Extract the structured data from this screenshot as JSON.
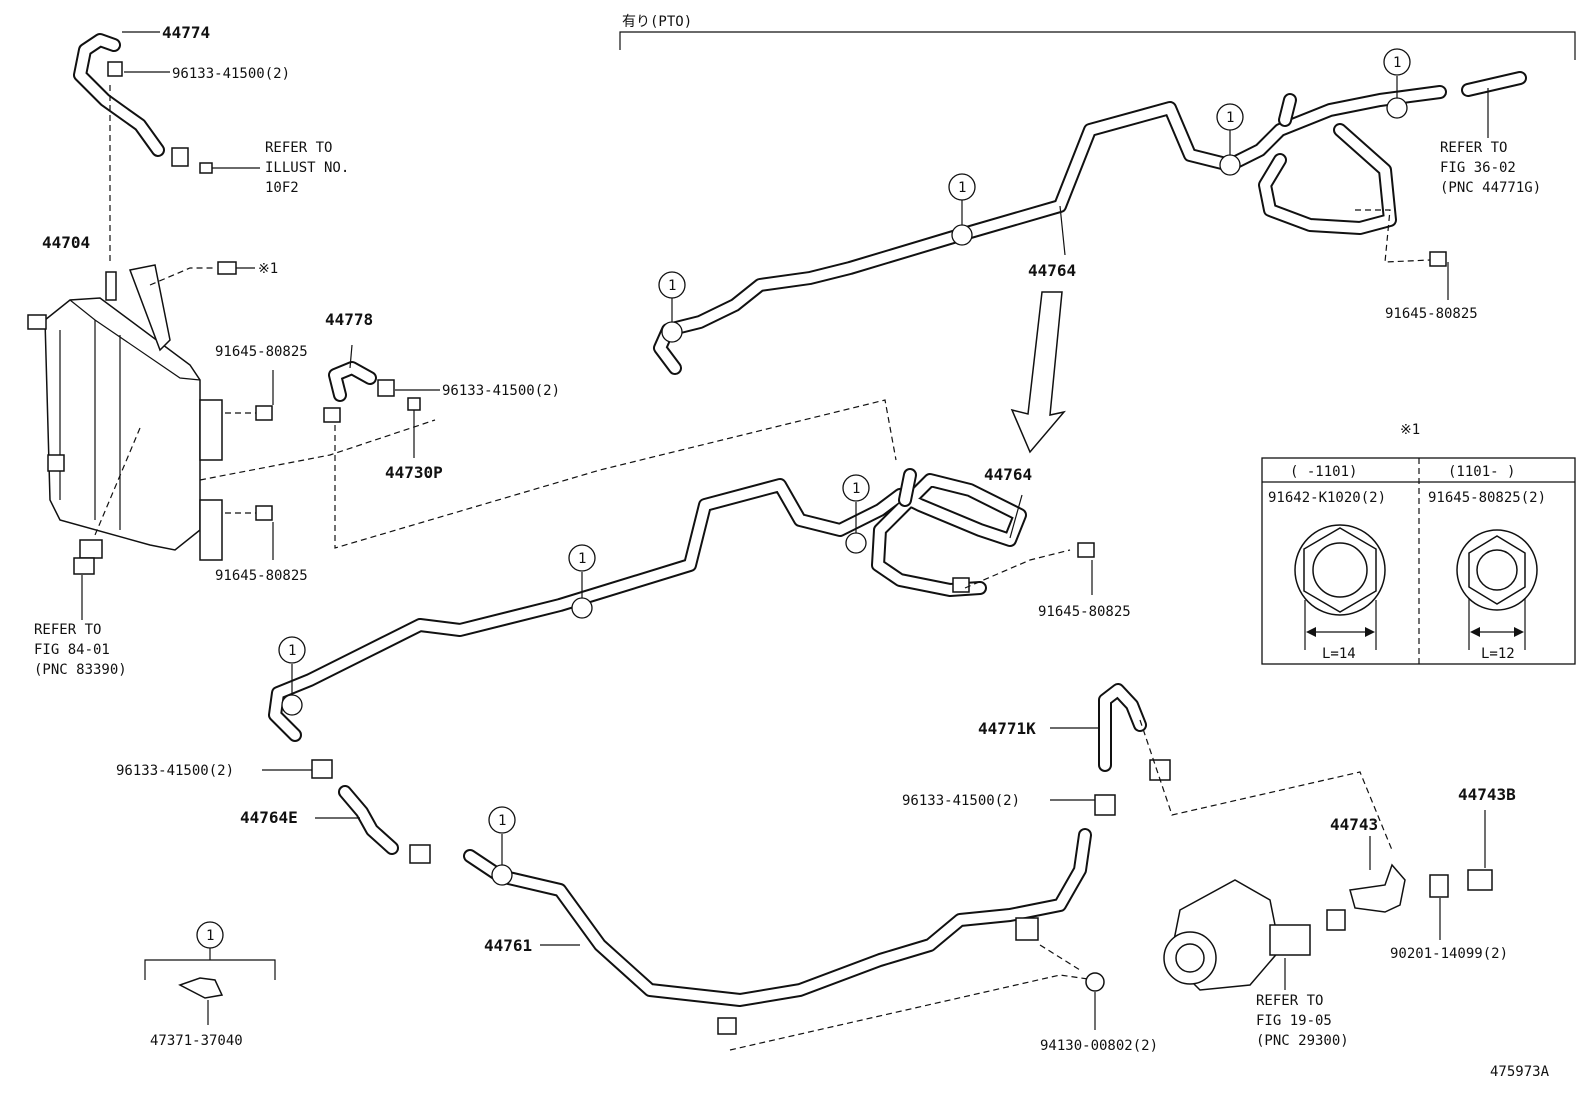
{
  "callouts": {
    "c44774": "44774",
    "c96133_a": "96133-41500(2)",
    "refer_illust_1": "REFER TO",
    "refer_illust_2": "ILLUST NO.",
    "refer_illust_3": "10F2",
    "c44704": "44704",
    "mark1": "※1",
    "c44778": "44778",
    "c91645_a": "91645-80825",
    "c96133_b": "96133-41500(2)",
    "c44730P": "44730P",
    "c91645_b": "91645-80825",
    "refer_84_1": "REFER TO",
    "refer_84_2": "FIG 84-01",
    "refer_84_3": "(PNC 83390)",
    "pto_label": "有り(PTO)",
    "refer_36_1": "REFER TO",
    "refer_36_2": "FIG 36-02",
    "refer_36_3": "(PNC 44771G)",
    "c91645_top": "91645-80825",
    "c44764_upper": "44764",
    "c44764_lower": "44764",
    "c91645_mid": "91645-80825",
    "c96133_c": "96133-41500(2)",
    "c44764E": "44764E",
    "c44771K": "44771K",
    "c96133_d": "96133-41500(2)",
    "c44743": "44743",
    "c44743B": "44743B",
    "c90201": "90201-14099(2)",
    "refer_19_1": "REFER TO",
    "refer_19_2": "FIG 19-05",
    "refer_19_3": "(PNC 29300)",
    "c44761": "44761",
    "c94130": "94130-00802(2)",
    "c47371": "47371-37040",
    "illus_id": "475973A",
    "circle_num": "1"
  },
  "bolt_table": {
    "mark": "※1",
    "col1_header": "(    -1101)",
    "col2_header": "(1101-    )",
    "col1_part": "91642-K1020(2)",
    "col2_part": "91645-80825(2)",
    "col1_length": "L=14",
    "col2_length": "L=12"
  }
}
